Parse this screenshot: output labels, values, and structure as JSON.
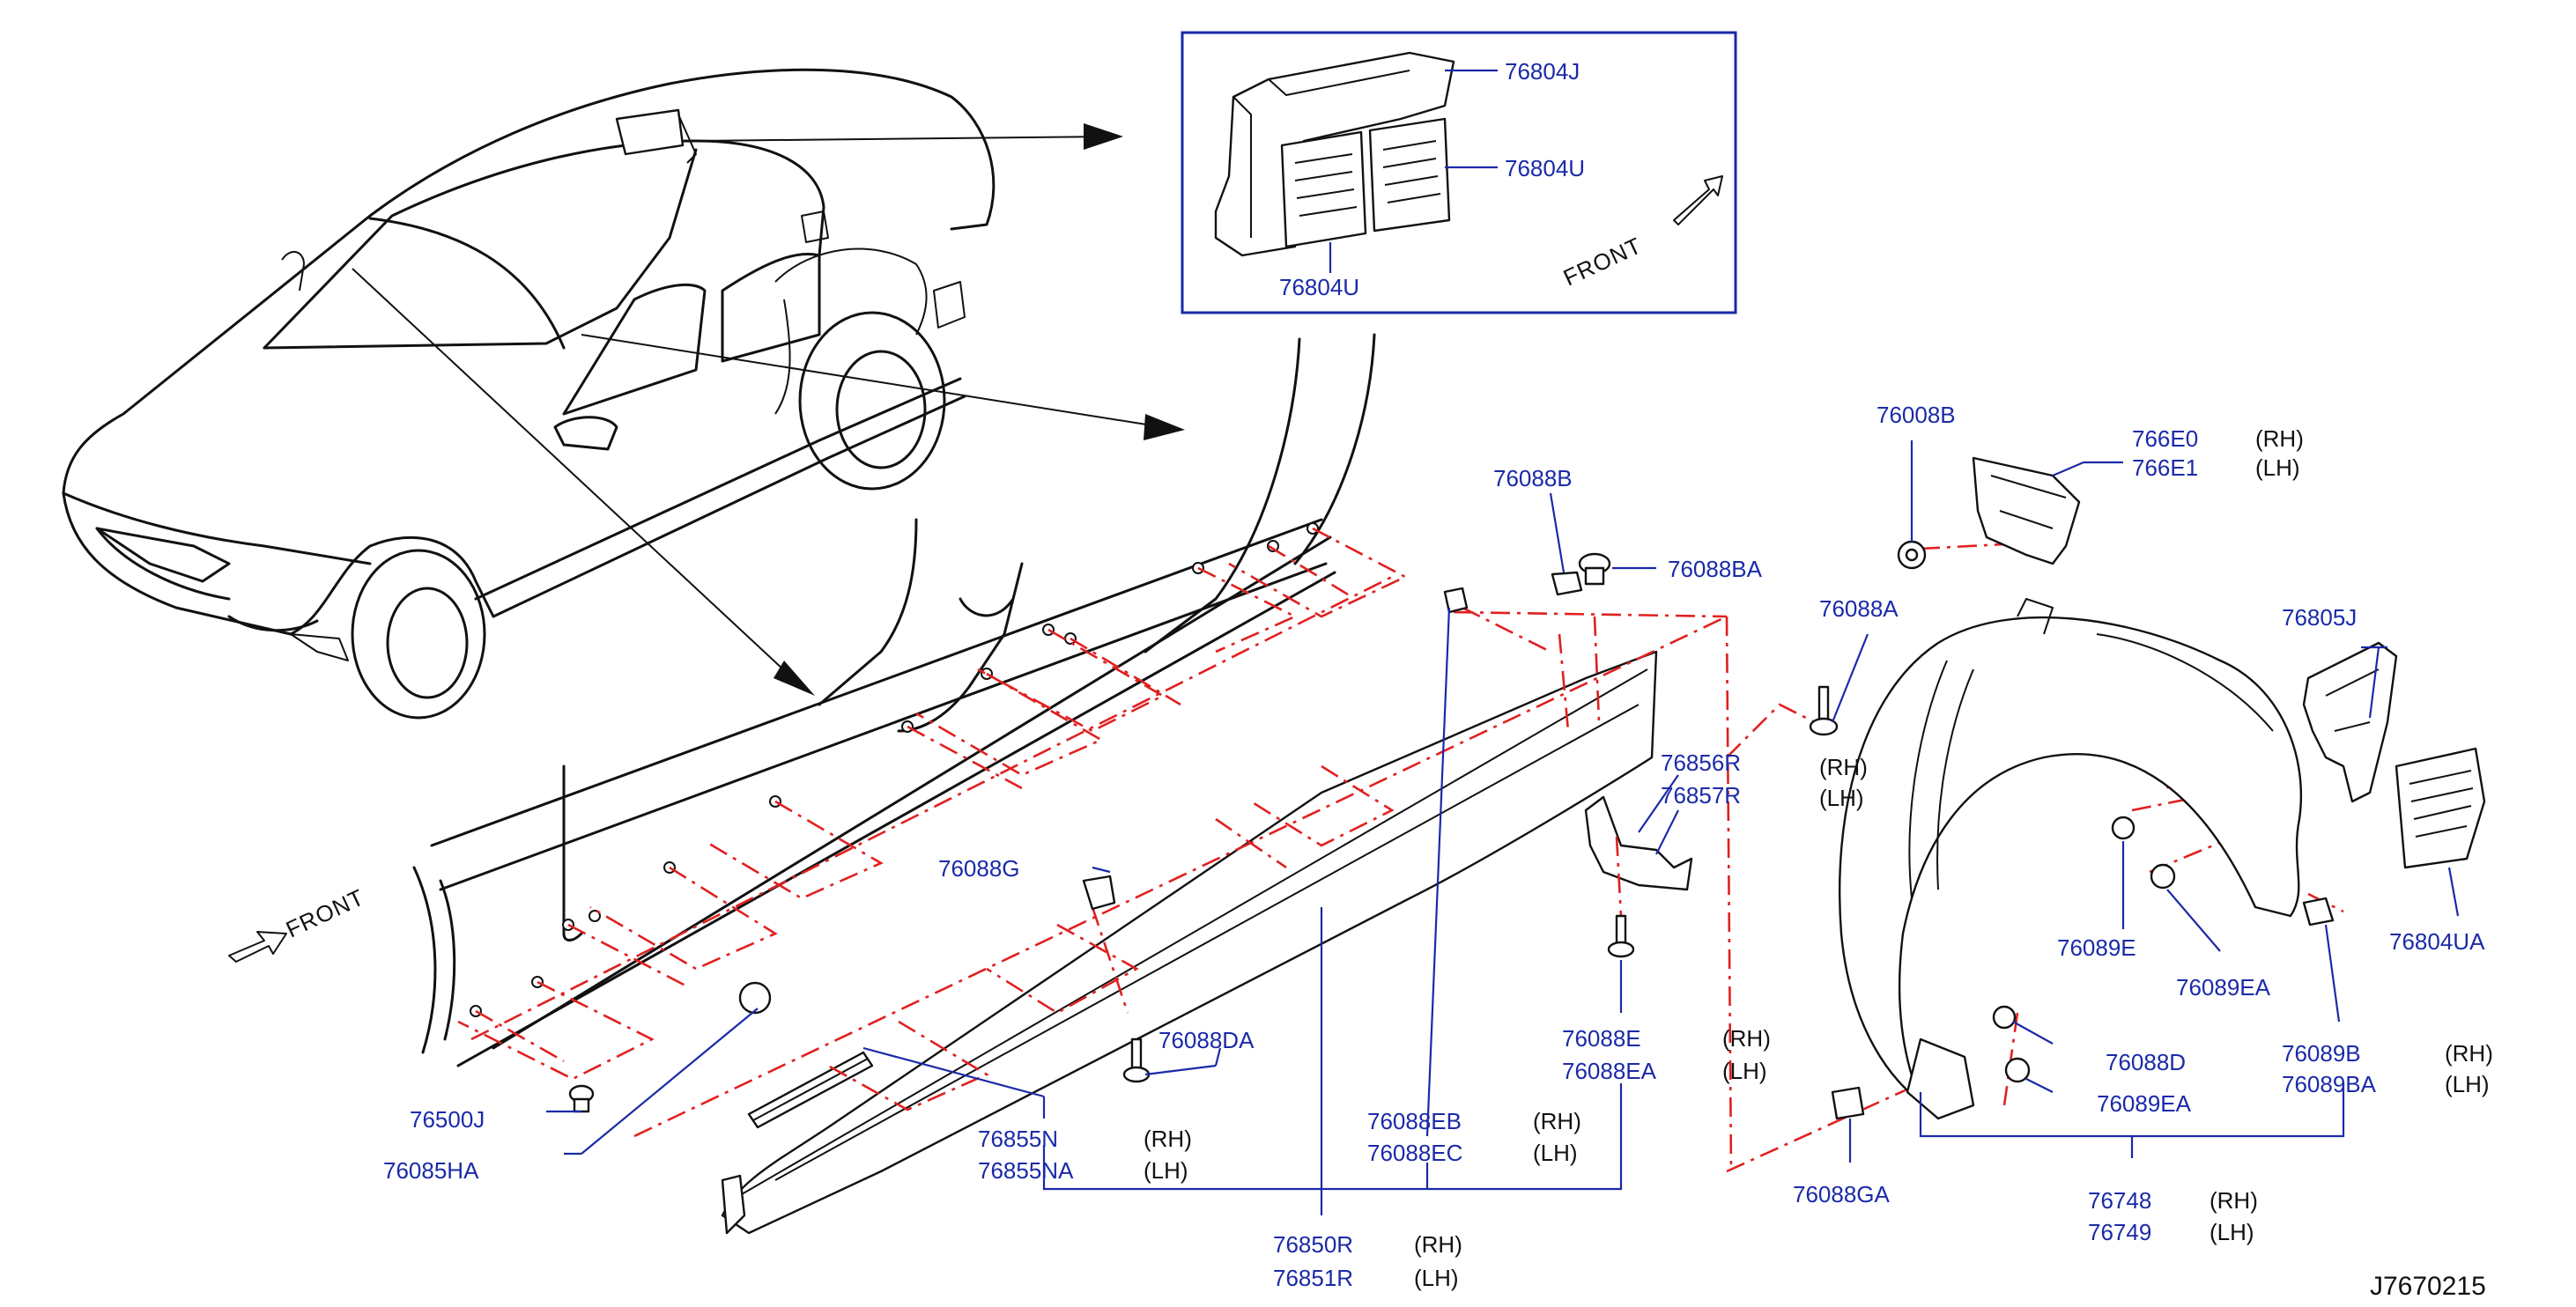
{
  "callouts": {
    "c_76804J": "76804J",
    "c_76804U_a": "76804U",
    "c_76804U_b": "76804U",
    "inset_front": "FRONT",
    "c_76008B": "76008B",
    "c_766E0": "766E0",
    "c_766E1": "766E1",
    "c_766_rh": "(RH)",
    "c_766_lh": "(LH)",
    "c_76088B": "76088B",
    "c_76088BA": "76088BA",
    "c_76088A": "76088A",
    "c_76088A_rh": "(RH)",
    "c_76088A_lh": "(LH)",
    "c_76805J": "76805J",
    "c_76856R": "76856R",
    "c_76857R": "76857R",
    "c_76088G": "76088G",
    "c_76089E": "76089E",
    "c_76089EA_a": "76089EA",
    "c_76804UA": "76804UA",
    "main_front": "FRONT",
    "c_76088E": "76088E",
    "c_76088EA": "76088EA",
    "c_mid_rh": "(RH)",
    "c_mid_lh": "(LH)",
    "c_76089B": "76089B",
    "c_76089BA": "76089BA",
    "c_89b_rh": "(RH)",
    "c_89b_lh": "(LH)",
    "c_76500J": "76500J",
    "c_76088DA": "76088DA",
    "c_76088D": "76088D",
    "c_76089EA_b": "76089EA",
    "c_76855N": "76855N",
    "c_76855NA": "76855NA",
    "c_855_rh": "(RH)",
    "c_855_lh": "(LH)",
    "c_76088EB": "76088EB",
    "c_76088EC": "76088EC",
    "c_eb_rh": "(RH)",
    "c_eb_lh": "(LH)",
    "c_76085HA": "76085HA",
    "c_76088GA": "76088GA",
    "c_76748": "76748",
    "c_76749": "76749",
    "c_748_rh": "(RH)",
    "c_748_lh": "(LH)",
    "c_76850R": "76850R",
    "c_76851R": "76851R",
    "c_850_rh": "(RH)",
    "c_850_lh": "(LH)",
    "diagram_id": "J7670215"
  },
  "colors": {
    "callout_text": "#1a2aa8",
    "leader_line": "#1a2aa8",
    "mount_line": "#e02020",
    "outline": "#111111",
    "background": "#ffffff"
  }
}
